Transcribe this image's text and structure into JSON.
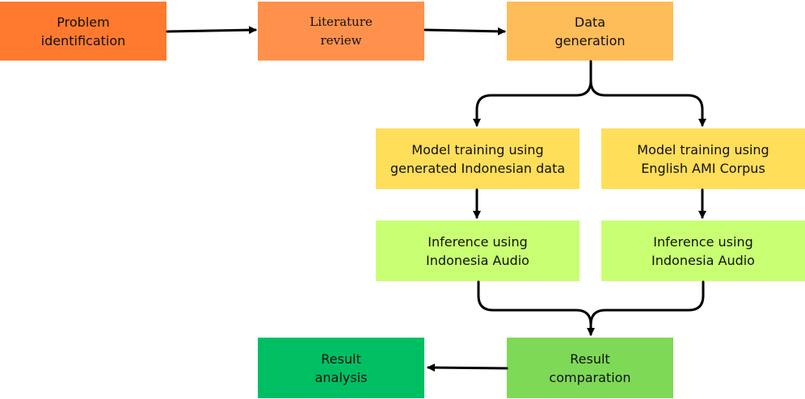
{
  "nodes": {
    "problem": {
      "lines": [
        "Problem",
        "identification"
      ],
      "color": "#FF7A2F"
    },
    "literature": {
      "lines": [
        "Literature",
        "review"
      ],
      "color": "#FF914D"
    },
    "data": {
      "lines": [
        "Data",
        "generation"
      ],
      "color": "#FFBD59"
    },
    "train_id": {
      "lines": [
        "Model training using",
        "generated Indonesian data"
      ],
      "color": "#FFDE59"
    },
    "train_en": {
      "lines": [
        "Model training using",
        "English AMI Corpus"
      ],
      "color": "#FFDE59"
    },
    "inf_id": {
      "lines": [
        "Inference using",
        "Indonesia Audio"
      ],
      "color": "#C9FF72"
    },
    "inf_en": {
      "lines": [
        "Inference using",
        "Indonesia Audio"
      ],
      "color": "#C9FF72"
    },
    "comparation": {
      "lines": [
        "Result",
        "comparation"
      ],
      "color": "#7ED957"
    },
    "analysis": {
      "lines": [
        "Result",
        "analysis"
      ],
      "color": "#00BF63"
    }
  },
  "edges": [
    [
      "problem",
      "literature"
    ],
    [
      "literature",
      "data"
    ],
    [
      "data",
      "train_id"
    ],
    [
      "data",
      "train_en"
    ],
    [
      "train_id",
      "inf_id"
    ],
    [
      "train_en",
      "inf_en"
    ],
    [
      "inf_id",
      "comparation"
    ],
    [
      "inf_en",
      "comparation"
    ],
    [
      "comparation",
      "analysis"
    ]
  ]
}
